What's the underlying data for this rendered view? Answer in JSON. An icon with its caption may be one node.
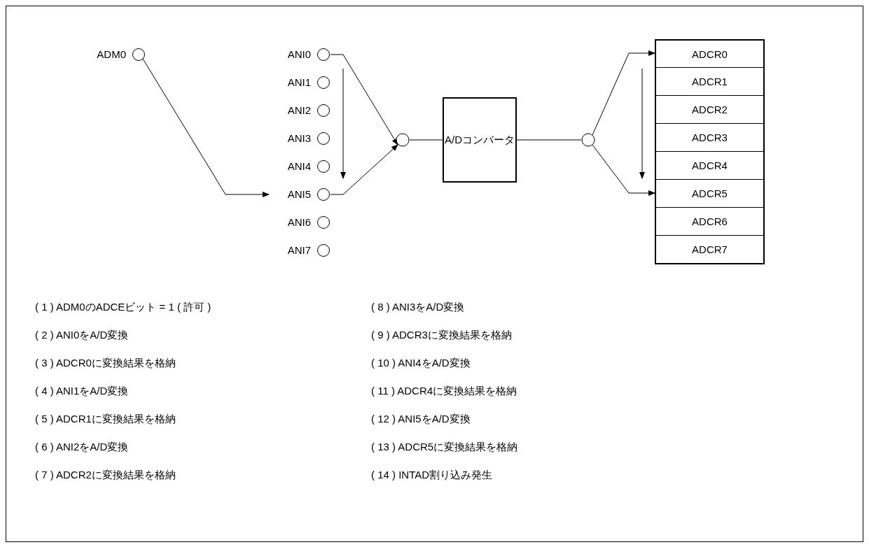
{
  "diagram": {
    "nodes": [
      {
        "text": [],
        "shape": "circle",
        "beside": [
          "ADM0"
        ]
      },
      {
        "text": [],
        "shape": "circle",
        "beside": [
          "ANI0"
        ]
      },
      {
        "text": [],
        "shape": "circle",
        "beside": [
          "ANI1"
        ]
      },
      {
        "text": [],
        "shape": "circle",
        "beside": [
          "ANI2"
        ]
      },
      {
        "text": [],
        "shape": "circle",
        "beside": [
          "ANI3"
        ]
      },
      {
        "text": [],
        "shape": "circle",
        "beside": [
          "ANI4"
        ]
      },
      {
        "text": [],
        "shape": "circle",
        "beside": [
          "ANI5"
        ]
      },
      {
        "text": [],
        "shape": "circle",
        "beside": [
          "ANI6"
        ]
      },
      {
        "text": [],
        "shape": "circle",
        "beside": [
          "ANI7"
        ]
      },
      {
        "text": [],
        "shape": "circle"
      },
      {
        "text": [
          "A/Dコンバータ"
        ]
      },
      {
        "text": [],
        "shape": "circle"
      },
      {
        "text": [
          "ADCR0"
        ]
      },
      {
        "text": [
          "ADCR1"
        ]
      },
      {
        "text": [
          "ADCR2"
        ]
      },
      {
        "text": [
          "ADCR3"
        ]
      },
      {
        "text": [
          "ADCR4"
        ]
      },
      {
        "text": [
          "ADCR5"
        ]
      },
      {
        "text": [
          "ADCR6"
        ]
      },
      {
        "text": [
          "ADCR7"
        ]
      }
    ],
    "edges": [
      {
        "from": 0,
        "to": 6,
        "arrow": "to"
      },
      {
        "from": 1,
        "to": 9,
        "arrow": "to"
      },
      {
        "from": 6,
        "to": 9,
        "arrow": "to"
      },
      {
        "from": 9,
        "to": 10,
        "arrow": "none"
      },
      {
        "from": 10,
        "to": 11,
        "arrow": "none"
      },
      {
        "from": 11,
        "to": 12,
        "arrow": "to"
      },
      {
        "from": 11,
        "to": 17,
        "arrow": "to"
      }
    ],
    "labels": [
      "( 1 ) ADM0のADCEビット = 1 ( 許可 )",
      "( 8 ) ANI3をA/D変換",
      "( 2 ) ANI0をA/D変換",
      "( 9 ) ADCR3に変換結果を格納",
      "( 3 ) ADCR0に変換結果を格納",
      "( 10 ) ANI4をA/D変換",
      "( 4 ) ANI1をA/D変換",
      "( 11 ) ADCR4に変換結果を格納",
      "( 5 ) ADCR1に変換結果を格納",
      "( 12 ) ANI5をA/D変換",
      "( 6 ) ANI2をA/D変換",
      "( 13 ) ADCR5に変換結果を格納",
      "( 7 ) ADCR2に変換結果を格納",
      "( 14 ) INTAD割り込み発生"
    ]
  }
}
